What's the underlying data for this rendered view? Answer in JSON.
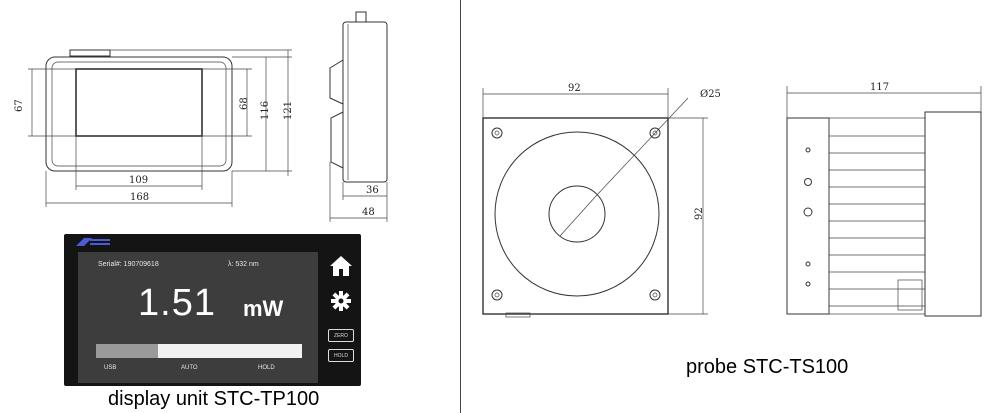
{
  "front_view": {
    "dim_width_outer": "168",
    "dim_width_inner": "109",
    "dim_height_inner_left": "67",
    "dim_height_inner_right": "68",
    "dim_height_mid": "116",
    "dim_height_outer": "121"
  },
  "side_view": {
    "dim_depth_body": "36",
    "dim_depth_total": "48"
  },
  "display": {
    "serial": "Serial#: 190709618",
    "wavelength": "λ: 532 nm",
    "reading": "1.51",
    "unit": "mW",
    "bar_fraction": 0.3,
    "label_usb": "USB",
    "label_auto": "AUTO",
    "label_hold": "HOLD",
    "zero_button": "ZERO",
    "hold_button": "HOLD"
  },
  "probe_front": {
    "dim_width": "92",
    "dim_height": "92",
    "dim_aperture": "Ø25"
  },
  "probe_side": {
    "dim_length": "117"
  },
  "captions": {
    "display_unit": "display unit STC-TP100",
    "probe": "probe STC-TS100"
  }
}
